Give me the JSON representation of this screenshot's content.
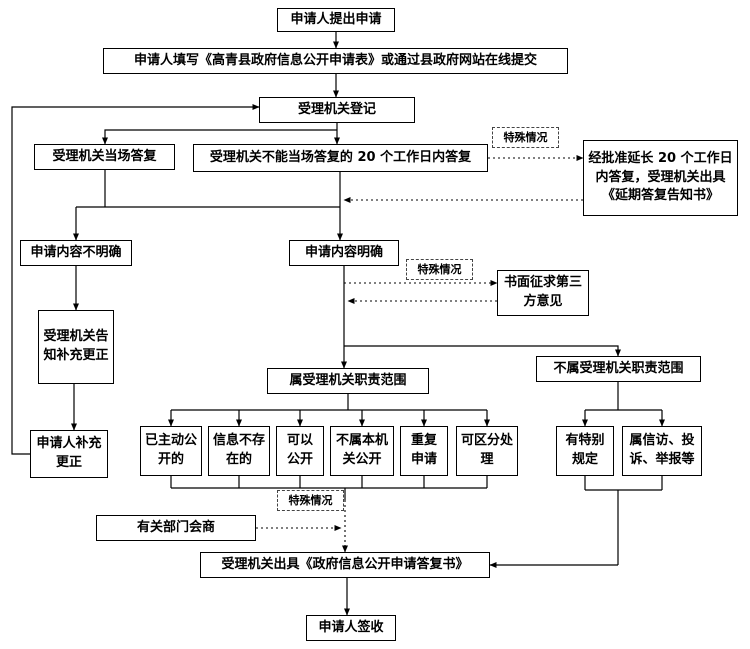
{
  "diagram": {
    "nodes": {
      "apply": {
        "label": "申请人提出申请"
      },
      "fill_form": {
        "label": "申请人填写《高青县政府信息公开申请表》或通过县政府网站在线提交"
      },
      "register": {
        "label": "受理机关登记"
      },
      "onspot_reply": {
        "label": "受理机关当场答复"
      },
      "deadline_reply": {
        "label": "受理机关不能当场答复的 20 个工作日内答复"
      },
      "special_case_1": {
        "label": "特殊情况"
      },
      "extension": {
        "label": "经批准延长 20 个工作日内答复，受理机关出具《延期答复告知书》"
      },
      "unclear": {
        "label": "申请内容不明确"
      },
      "clear": {
        "label": "申请内容明确"
      },
      "special_case_2": {
        "label": "特殊情况"
      },
      "third_party": {
        "label": "书面征求第三方意见"
      },
      "notify_supplement": {
        "label": "受理机关告知补充更正"
      },
      "in_scope": {
        "label": "属受理机关职责范围"
      },
      "out_scope": {
        "label": "不属受理机关职责范围"
      },
      "applicant_supplement": {
        "label": "申请人补充更正"
      },
      "already_public": {
        "label": "已主动公开的"
      },
      "not_exist": {
        "label": "信息不存在的"
      },
      "can_public": {
        "label": "可以公开"
      },
      "not_this_org": {
        "label": "不属本机关公开"
      },
      "repeat_apply": {
        "label": "重复申请"
      },
      "separable": {
        "label": "可区分处理"
      },
      "special_rules": {
        "label": "有特别规定"
      },
      "petition": {
        "label": "属信访、投诉、举报等"
      },
      "special_case_3": {
        "label": "特殊情况"
      },
      "consult": {
        "label": "有关部门会商"
      },
      "reply_doc": {
        "label": "受理机关出具《政府信息公开申请答复书》"
      },
      "sign": {
        "label": "申请人签收"
      }
    },
    "colors": {
      "line": "#000000",
      "box_border": "#000000",
      "background": "#ffffff"
    }
  }
}
